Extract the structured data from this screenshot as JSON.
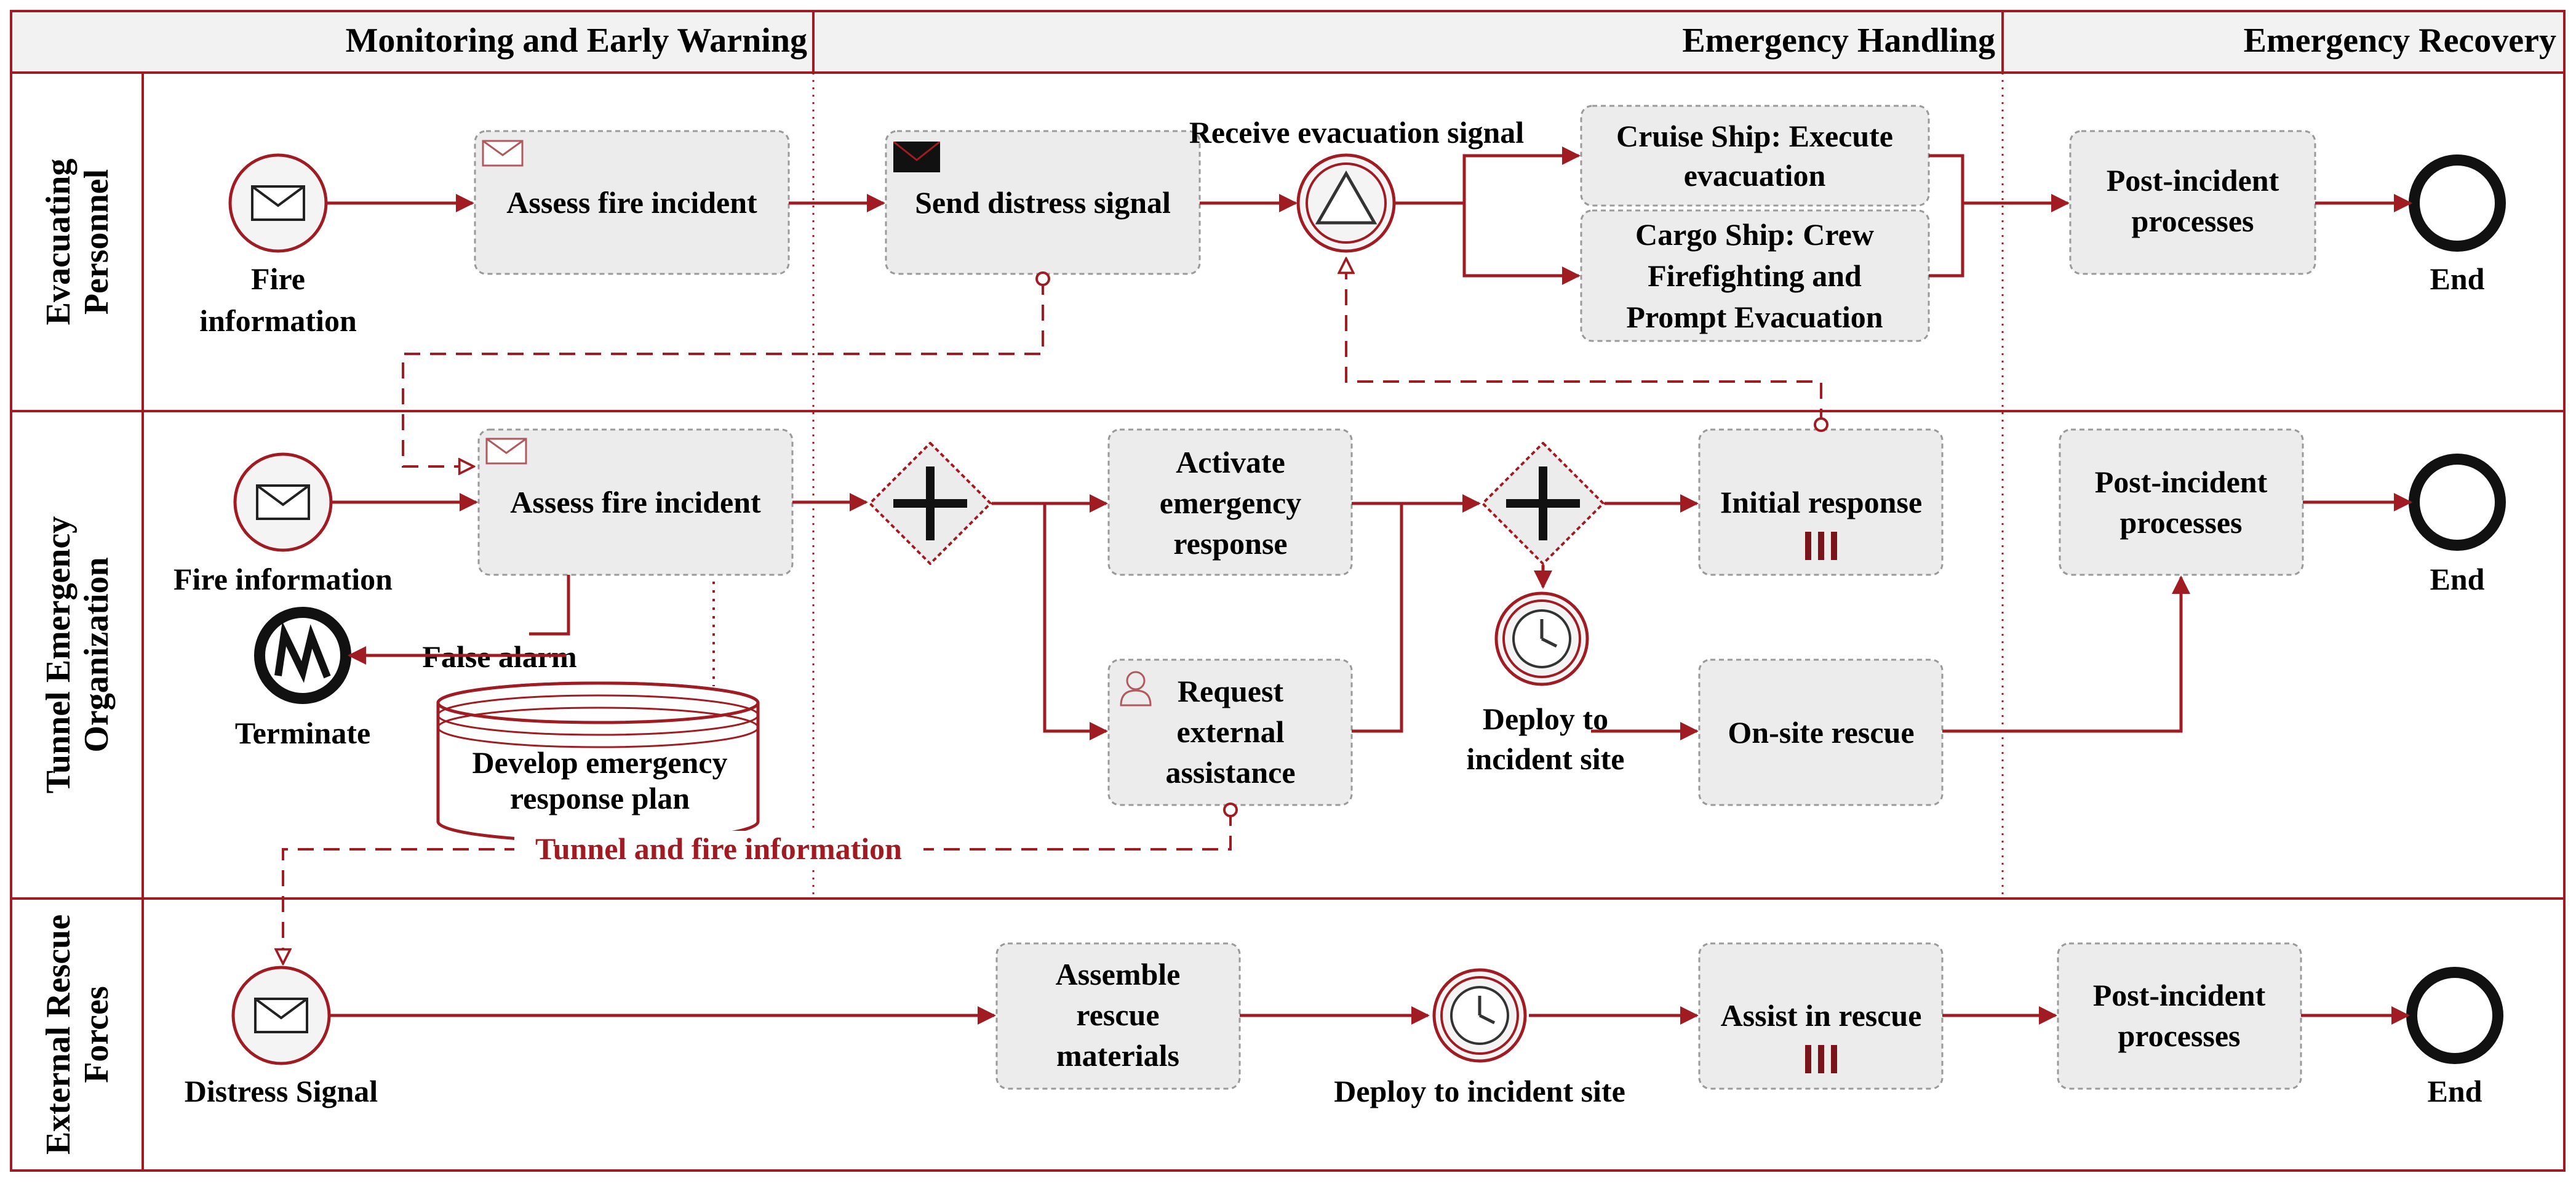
{
  "colors": {
    "accent": "#a01c22",
    "task_fill": "#ececec",
    "header_fill": "#f2f2f2",
    "text": "#000000"
  },
  "phases": {
    "monitoring": "Monitoring and Early Warning",
    "handling": "Emergency Handling",
    "recovery": "Emergency Recovery"
  },
  "lanes": {
    "evacuating": [
      "Evacuating",
      "Personnel"
    ],
    "tunnel": [
      "Tunnel Emergency",
      "Organization"
    ],
    "external": [
      "External Rescue",
      "Forces"
    ]
  },
  "evacuating": {
    "start_label": [
      "Fire",
      "information"
    ],
    "assess": "Assess fire incident",
    "send": "Send distress signal",
    "receive_label": "Receive evacuation signal",
    "cruise": [
      "Cruise Ship: Execute",
      "evacuation"
    ],
    "cargo": [
      "Cargo Ship: Crew",
      "Firefighting and",
      "Prompt Evacuation"
    ],
    "post": [
      "Post-incident",
      "processes"
    ],
    "end_label": "End"
  },
  "tunnel": {
    "start_label": "Fire information",
    "assess": "Assess fire incident",
    "false_alarm": "False alarm",
    "terminate_label": "Terminate",
    "plan": [
      "Develop emergency",
      "response plan"
    ],
    "activate": [
      "Activate",
      "emergency",
      "response"
    ],
    "request": [
      "Request",
      "external",
      "assistance"
    ],
    "deploy_label": [
      "Deploy to",
      "incident site"
    ],
    "initial": "Initial response",
    "onsite": "On-site rescue",
    "post": [
      "Post-incident",
      "processes"
    ],
    "end_label": "End"
  },
  "external": {
    "start_label": "Distress Signal",
    "assemble": [
      "Assemble",
      "rescue",
      "materials"
    ],
    "deploy_label": "Deploy to incident site",
    "assist": "Assist in rescue",
    "post": [
      "Post-incident",
      "processes"
    ],
    "end_label": "End"
  },
  "message_label": "Tunnel and fire information",
  "icons": {
    "message_start": "envelope-icon",
    "send_task": "filled-envelope-icon",
    "receive_task": "envelope-outline-icon",
    "signal_event": "triangle-signal-icon",
    "gateway": "parallel-gateway-icon",
    "timer": "clock-icon",
    "user_task": "user-icon",
    "multi_instance": "three-bars-icon",
    "end": "end-circle-icon",
    "terminate": "terminate-icon",
    "data_store": "cylinder-icon"
  }
}
